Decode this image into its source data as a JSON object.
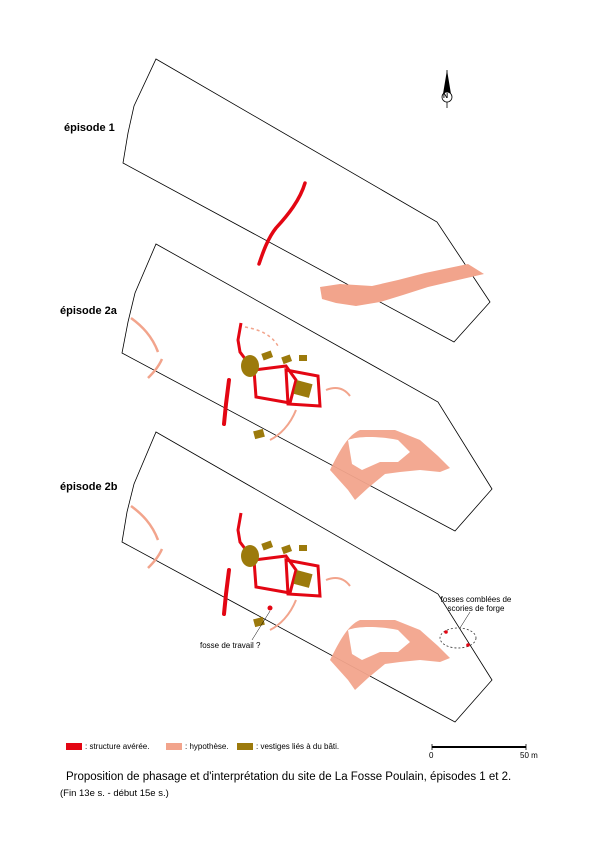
{
  "episodes": {
    "ep1": "épisode 1",
    "ep2a": "épisode 2a",
    "ep2b": "épisode 2b"
  },
  "north_symbol": "N",
  "annotations": {
    "forge_line1": "fosses comblées de",
    "forge_line2": "scories de forge",
    "work_pit": "fosse de travail ?"
  },
  "legend": {
    "confirmed": ": structure avérée.",
    "hypothesis": ": hypothèse.",
    "building": ": vestiges liés à du bâti."
  },
  "scale": {
    "start": "0",
    "end": "50 m"
  },
  "caption": {
    "title": "Proposition de phasage et d'interprétation du site de La Fosse Poulain, épisodes 1 et 2.",
    "dates": "(Fin 13e s. - début 15e s.)"
  },
  "colors": {
    "confirmed": "#e30613",
    "hypothesis": "#f2a48c",
    "building": "#9c7a0c",
    "outline": "#000000"
  }
}
